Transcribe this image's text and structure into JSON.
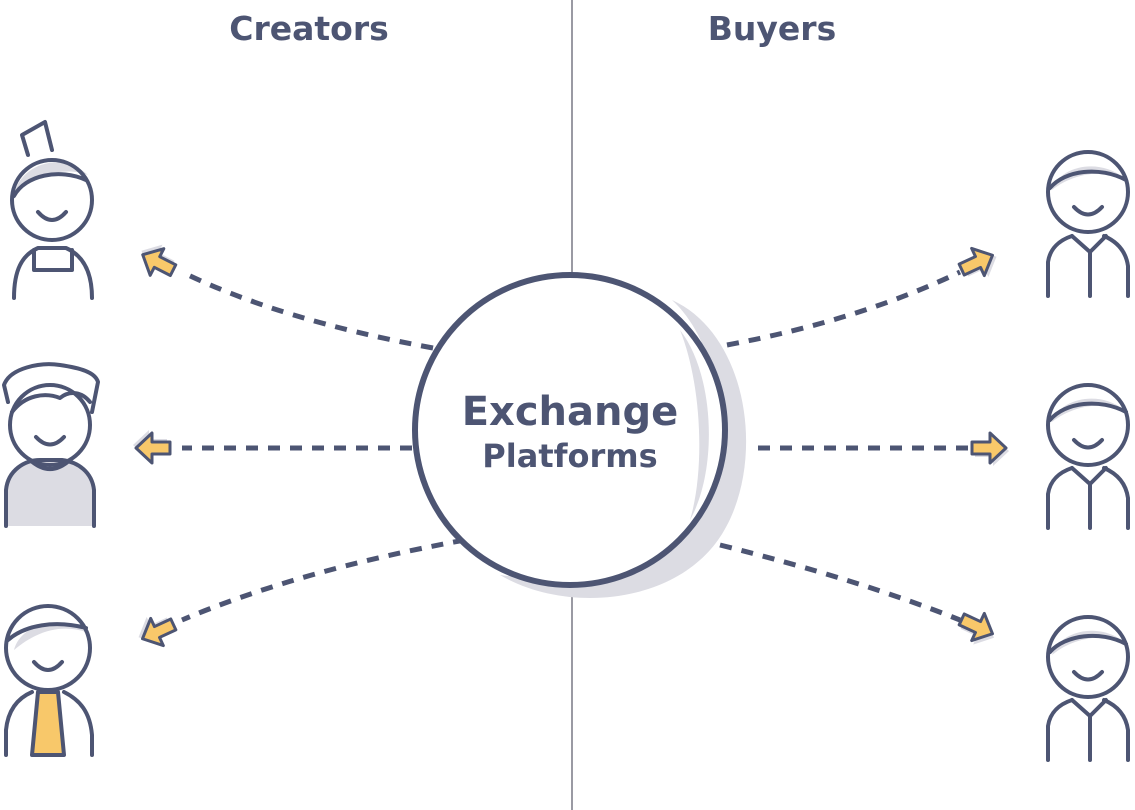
{
  "columns": {
    "left_title": "Creators",
    "right_title": "Buyers"
  },
  "hub": {
    "title": "Exchange",
    "subtitle": "Platforms"
  },
  "colors": {
    "ink": "#4d5573",
    "accent": "#f8c86a",
    "shadow": "#dcdce3",
    "divider": "#9a9aa3"
  },
  "icons": {
    "creators": [
      "creator-girl-icon",
      "creator-boy-icon",
      "creator-man-tie-icon"
    ],
    "buyers": [
      "buyer-person-icon",
      "buyer-person-icon",
      "buyer-person-icon"
    ],
    "arrows": "arrow-icon"
  }
}
